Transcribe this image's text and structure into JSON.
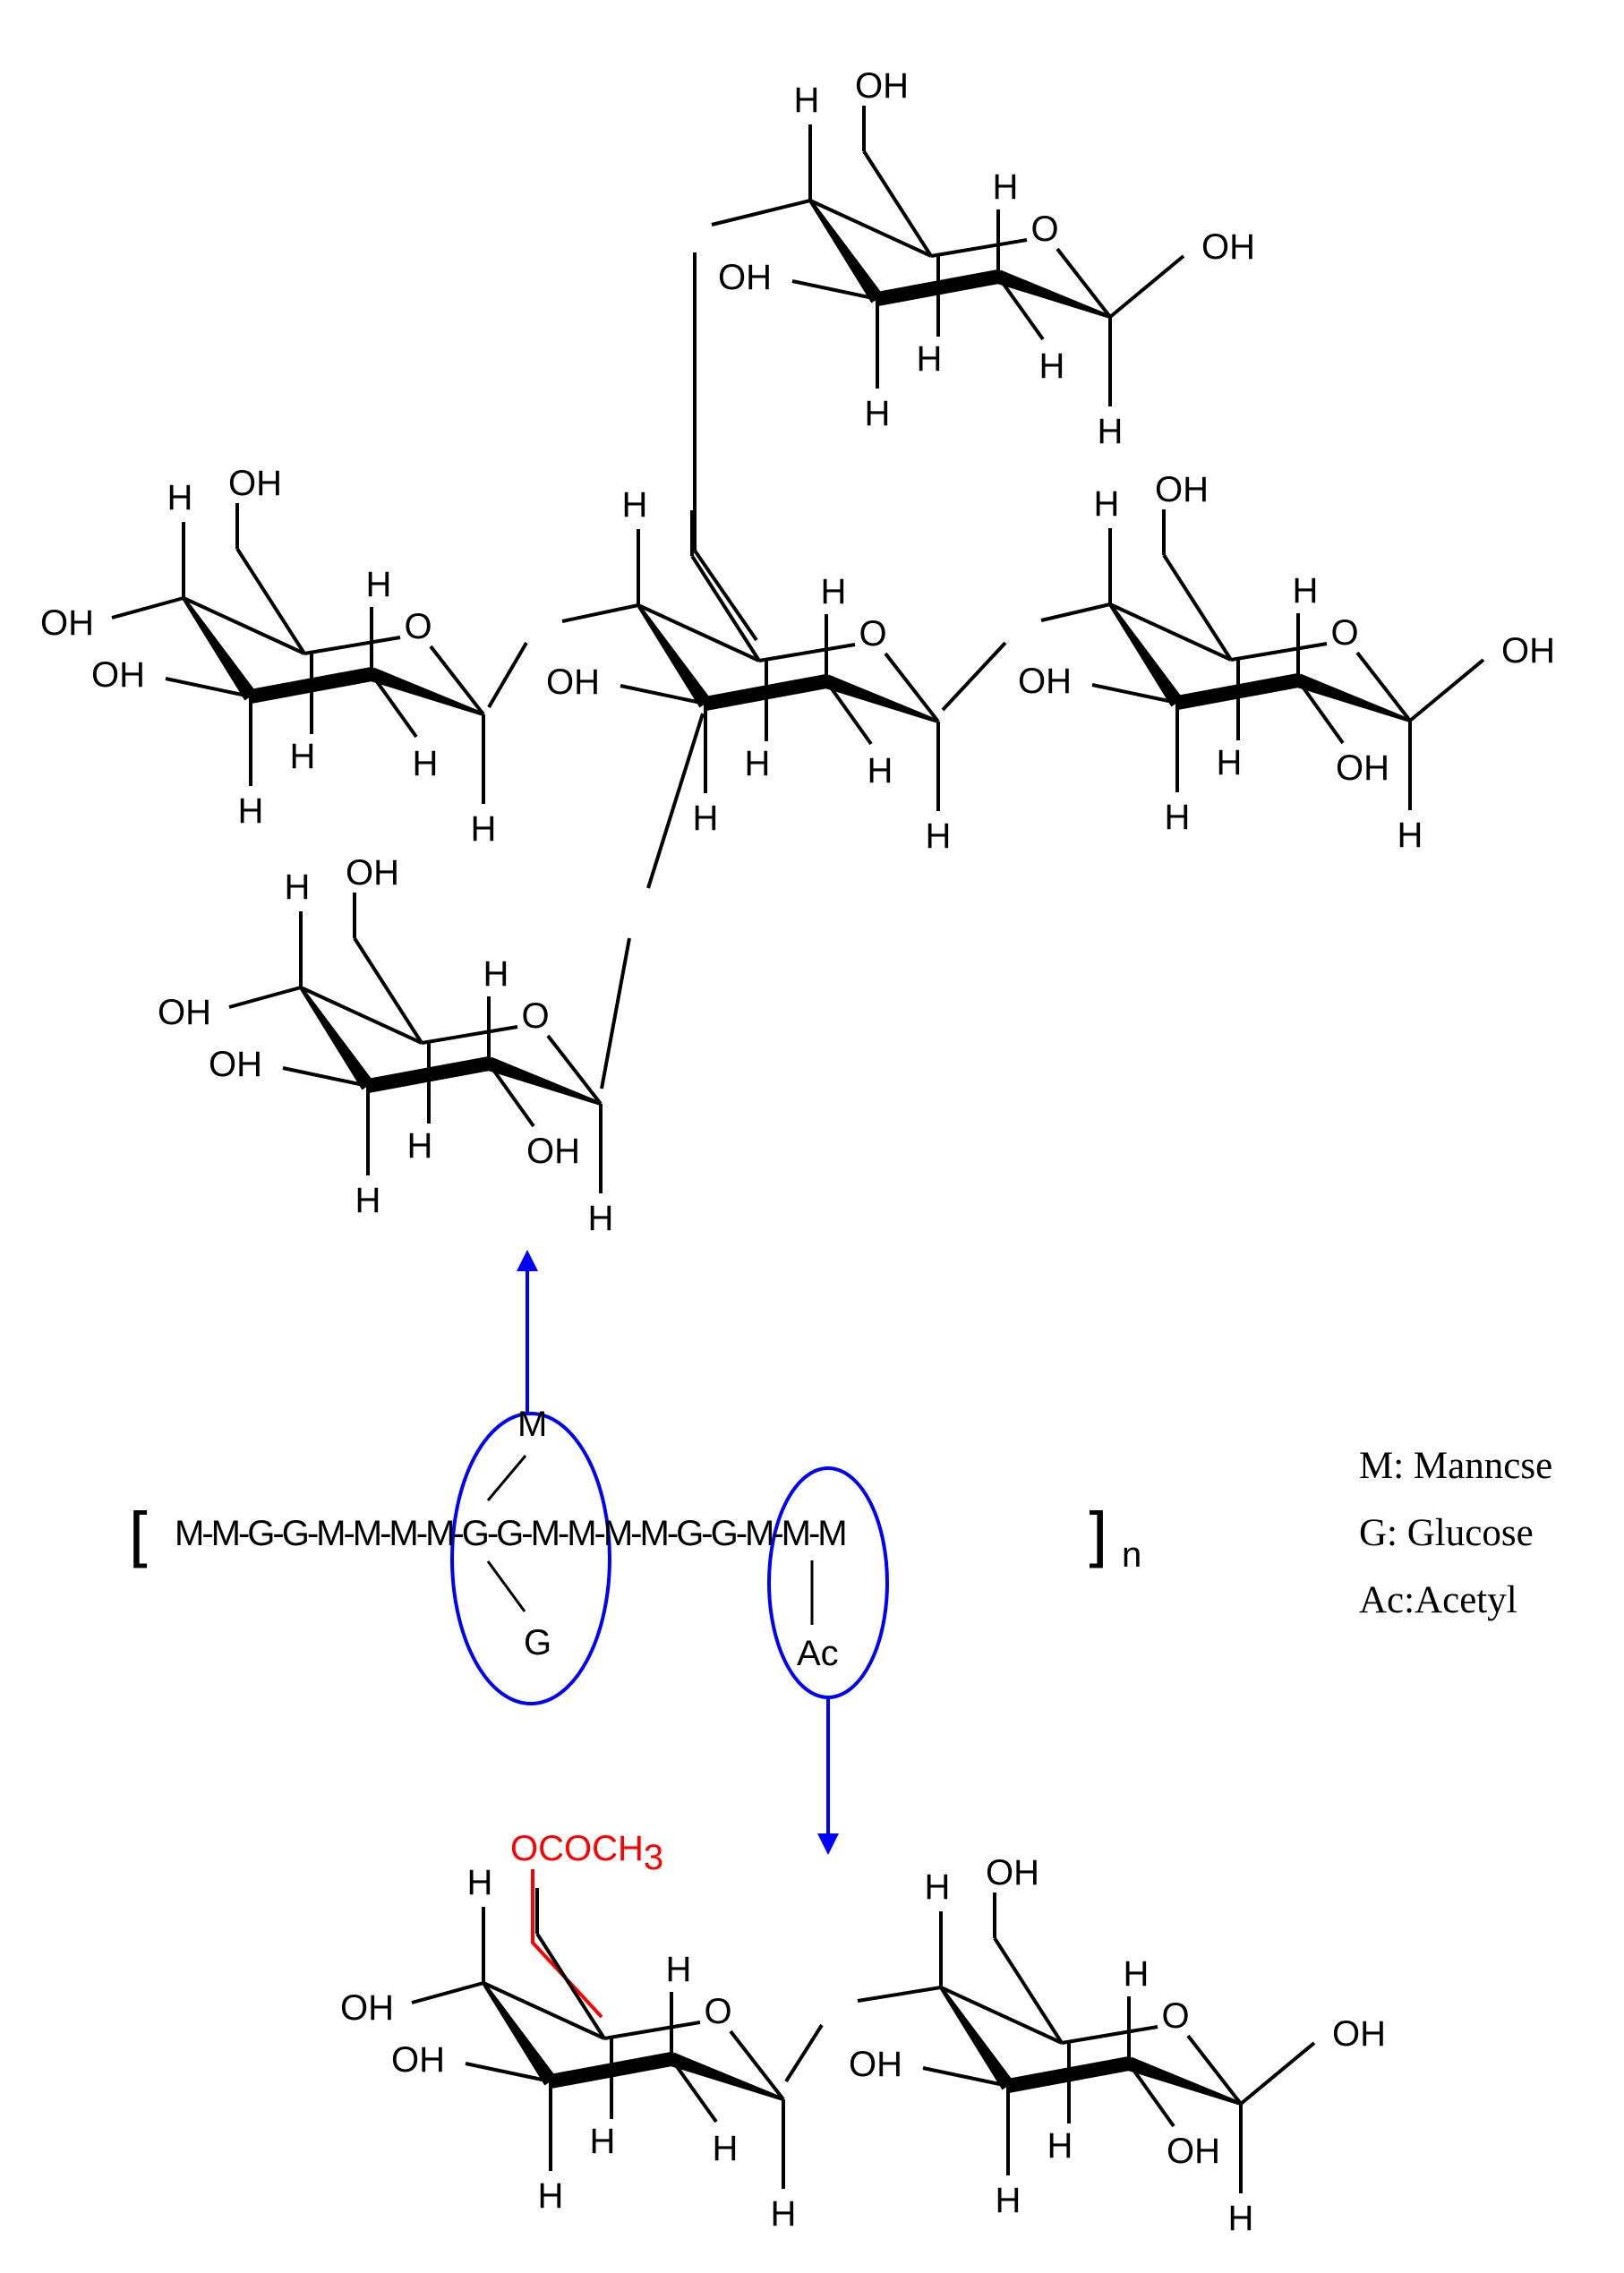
{
  "colors": {
    "bond": "#000000",
    "highlight": "#0000ff",
    "acetyl_text": "#ff0000"
  },
  "atoms": {
    "oh": "OH",
    "o": "O",
    "h": "H"
  },
  "acetyl_group": {
    "text": "OCOCH",
    "subscript": "3"
  },
  "sequence": {
    "text": "M-M-G-G-M-M-M-M-G-G-M-M-M-M-G-G-M-M-M",
    "repeat": "n",
    "branch_top": "M",
    "branch_bottom": "G",
    "branch_acetyl": "Ac"
  },
  "legend": [
    "M: Manncse",
    "G: Glucose",
    "Ac:Acetyl"
  ]
}
